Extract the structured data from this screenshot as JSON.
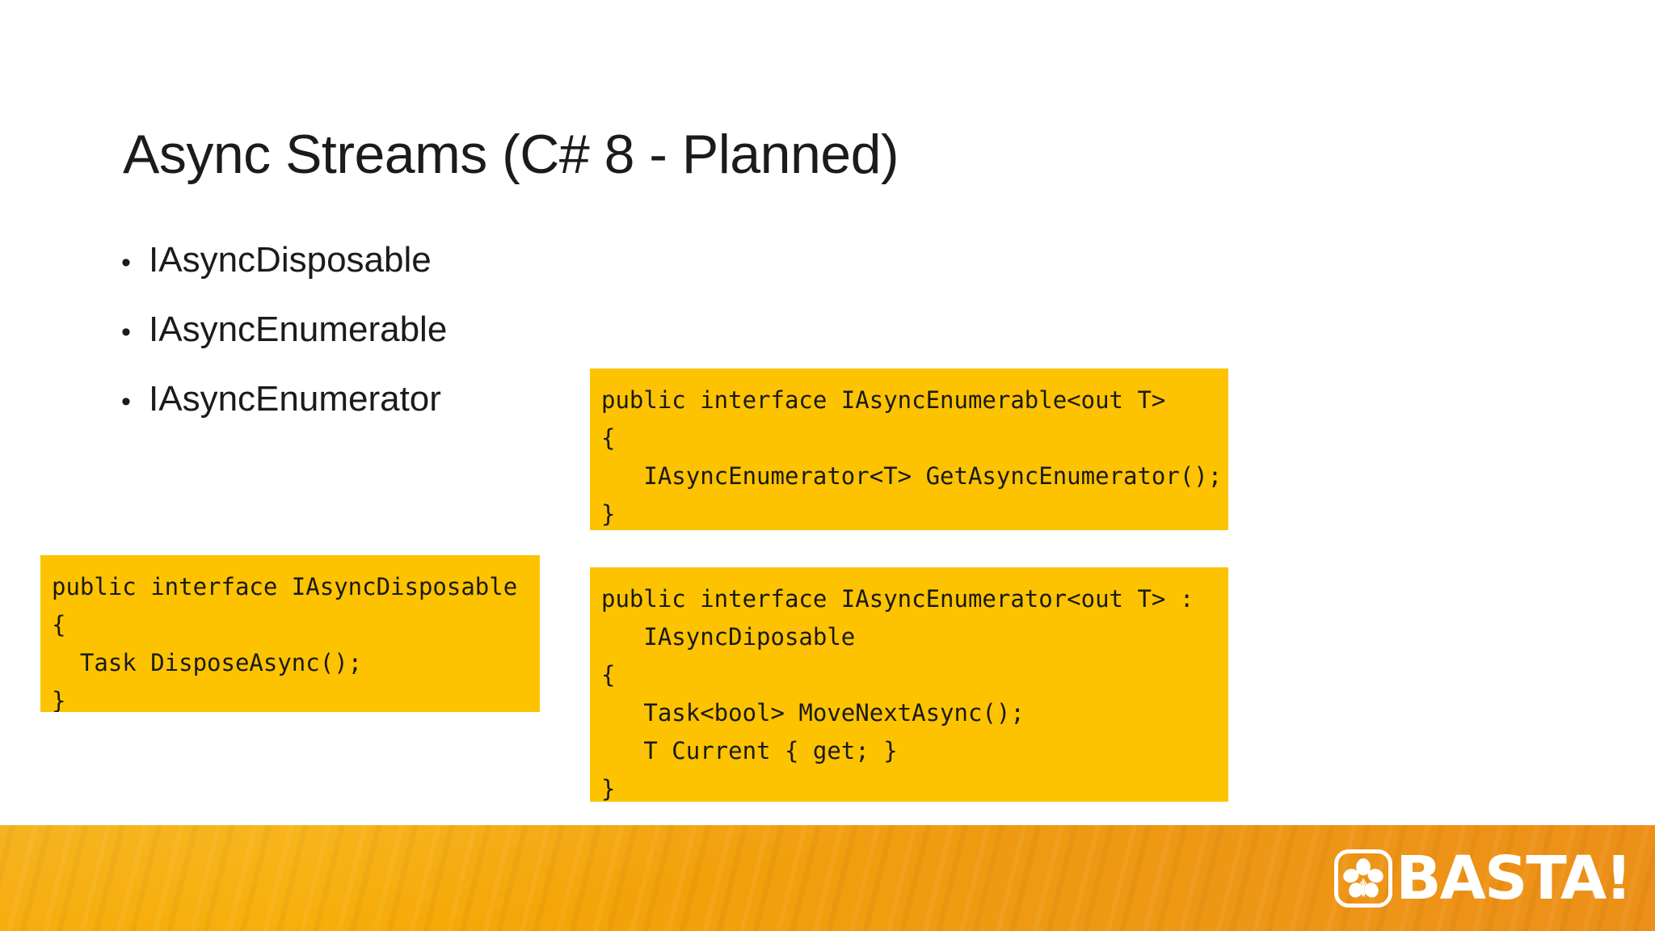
{
  "slide": {
    "title": "Async Streams (C# 8 - Planned)",
    "background_color": "#ffffff",
    "accent_color": "#FDC300",
    "footer_color_left": "#F5A800",
    "footer_color_right": "#ED8F18"
  },
  "bullets": [
    {
      "marker": "•",
      "label": "IAsyncDisposable"
    },
    {
      "marker": "•",
      "label": "IAsyncEnumerable"
    },
    {
      "marker": "•",
      "label": "IAsyncEnumerator"
    }
  ],
  "code_blocks": [
    {
      "id": "disposable",
      "language": "csharp",
      "code": "public interface IAsyncDisposable\n{\n  Task DisposeAsync();\n}"
    },
    {
      "id": "enumerable",
      "language": "csharp",
      "code": "public interface IAsyncEnumerable<out T>\n{\n   IAsyncEnumerator<T> GetAsyncEnumerator();\n}"
    },
    {
      "id": "enumerator",
      "language": "csharp",
      "code": "public interface IAsyncEnumerator<out T> :\n   IAsyncDiposable\n{\n   Task<bool> MoveNextAsync();\n   T Current { get; }\n}"
    }
  ],
  "footer": {
    "logo_text": "BASTA!",
    "logo_icon": "hibiscus-flower-icon"
  }
}
